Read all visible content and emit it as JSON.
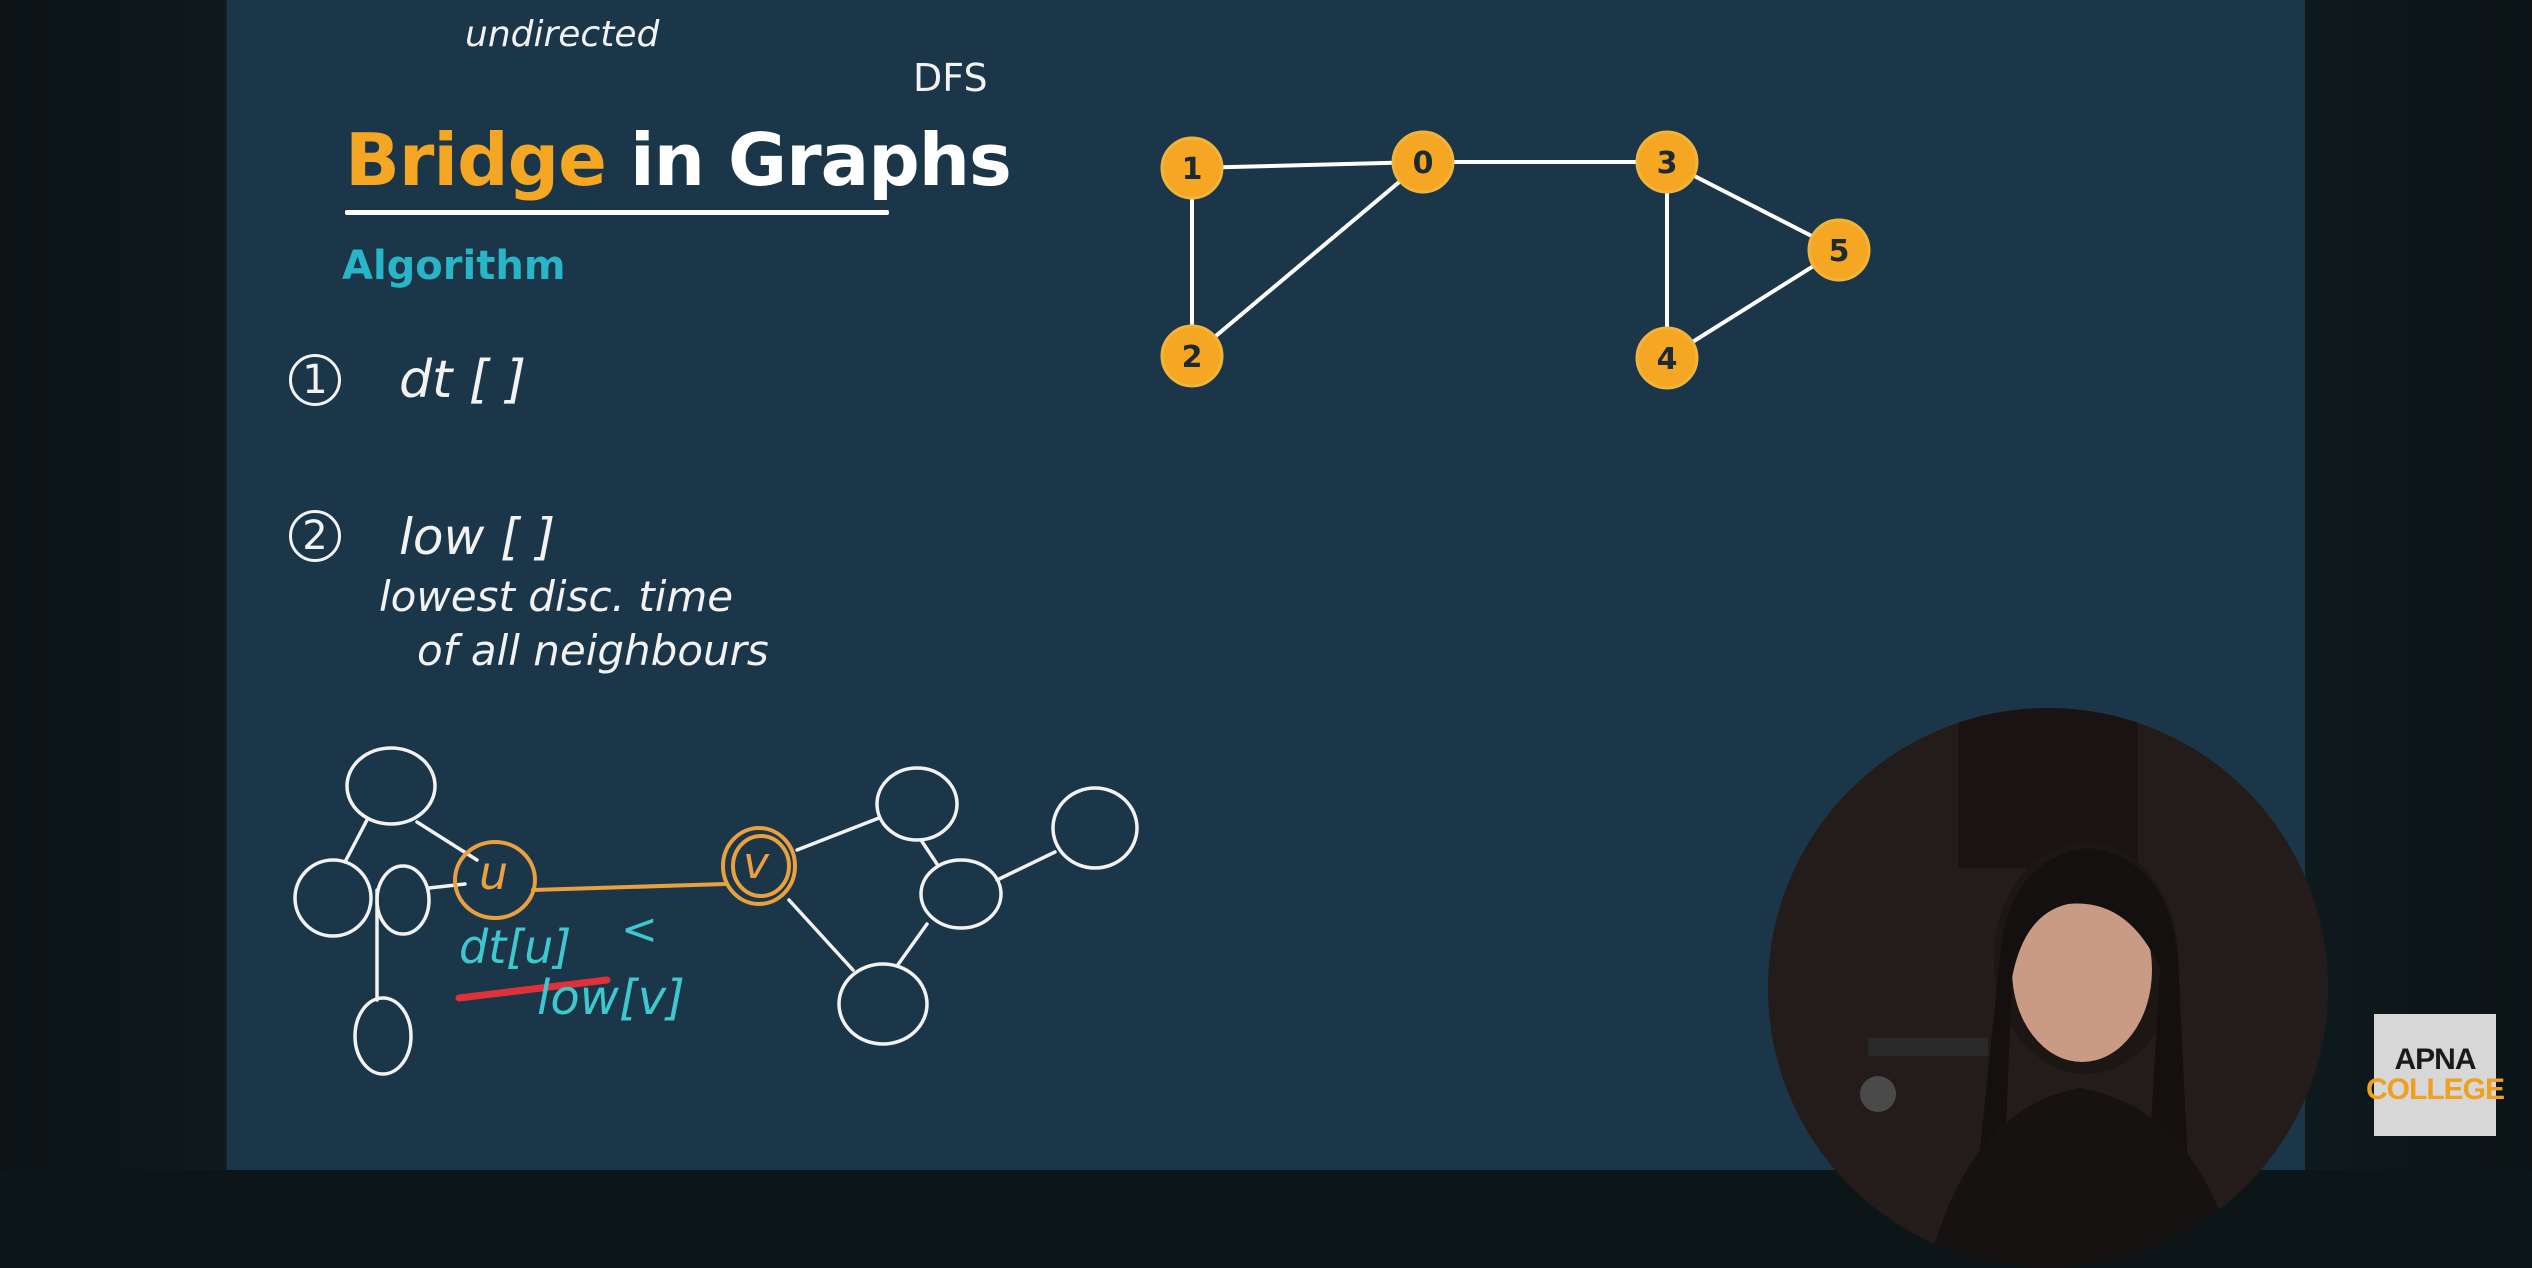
{
  "slide": {
    "title_highlight": "Bridge",
    "title_rest": " in Graphs",
    "subtitle": "Algorithm"
  },
  "annotations": {
    "undirected": "undirected",
    "dfs": "DFS",
    "step1_num": "1",
    "step1": "dt [ ]",
    "step2_num": "2",
    "step2": "low [ ]",
    "low_desc_line1": "lowest disc. time",
    "low_desc_line2": "of all neighbours",
    "u_label": "u",
    "v_label": "v",
    "cond_left": "dt[u]",
    "cond_op": "<",
    "cond_right": "low[v]"
  },
  "graph": {
    "nodes": [
      "1",
      "0",
      "3",
      "5",
      "2",
      "4"
    ],
    "edges": [
      [
        "1",
        "0"
      ],
      [
        "0",
        "3"
      ],
      [
        "3",
        "5"
      ],
      [
        "1",
        "2"
      ],
      [
        "2",
        "0"
      ],
      [
        "3",
        "4"
      ],
      [
        "4",
        "5"
      ]
    ],
    "node_color": "#f5a623",
    "edge_color": "#ffffff"
  },
  "logo": {
    "line1": "APNA",
    "line2": "COLLEGE"
  },
  "colors": {
    "slide_bg": "#1b3648",
    "accent_orange": "#f5a623",
    "accent_cyan": "#28b5c7",
    "highlight_red": "#e0303a"
  }
}
